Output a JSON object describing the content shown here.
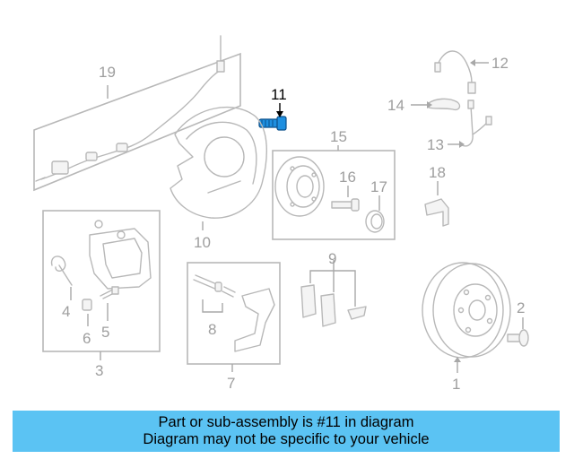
{
  "diagram": {
    "highlighted_part": "11",
    "part_numbers": [
      "1",
      "2",
      "3",
      "4",
      "5",
      "6",
      "7",
      "8",
      "9",
      "10",
      "11",
      "12",
      "13",
      "14",
      "15",
      "16",
      "17",
      "18",
      "19"
    ]
  },
  "banner": {
    "line1": "Part or sub-assembly is #11 in diagram",
    "line2": "Diagram may not be specific to your vehicle",
    "color": "#5bc3f3"
  },
  "colors": {
    "highlight_part": "#1e8fe0",
    "linework": "#b8b8b8"
  }
}
